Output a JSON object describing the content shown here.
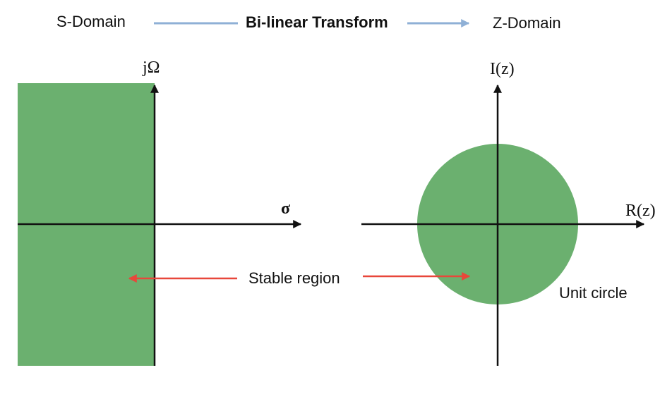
{
  "header": {
    "left_label": "S-Domain",
    "center_label": "Bi-linear Transform",
    "right_label": "Z-Domain"
  },
  "s_plane": {
    "vertical_axis_label": "jΩ",
    "horizontal_axis_label": "σ"
  },
  "z_plane": {
    "vertical_axis_label": "I(z)",
    "horizontal_axis_label": "R(z)",
    "circle_label": "Unit circle"
  },
  "annotation": {
    "label": "Stable region"
  },
  "colors": {
    "region_fill": "#6bb06f",
    "axis": "#111111",
    "header_arrow": "#8fb0d6",
    "annotation_arrow": "#e8473a",
    "text": "#111111",
    "background": "#ffffff"
  }
}
